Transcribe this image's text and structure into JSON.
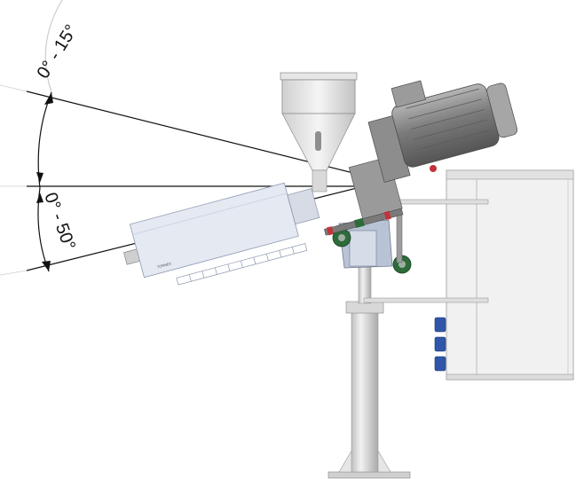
{
  "diagram": {
    "angles": {
      "upper_label": "0° - 15°",
      "lower_label": "0° - 50°"
    },
    "nameplate": "TORNEX",
    "colors": {
      "line": "#111111",
      "barrel": "#e4e9f2",
      "metal": "#d9d9d9",
      "motor": "#8d8d8d",
      "accent_red": "#c4323a",
      "accent_green": "#2d6b3a",
      "accent_blue": "#2f56a8"
    }
  }
}
